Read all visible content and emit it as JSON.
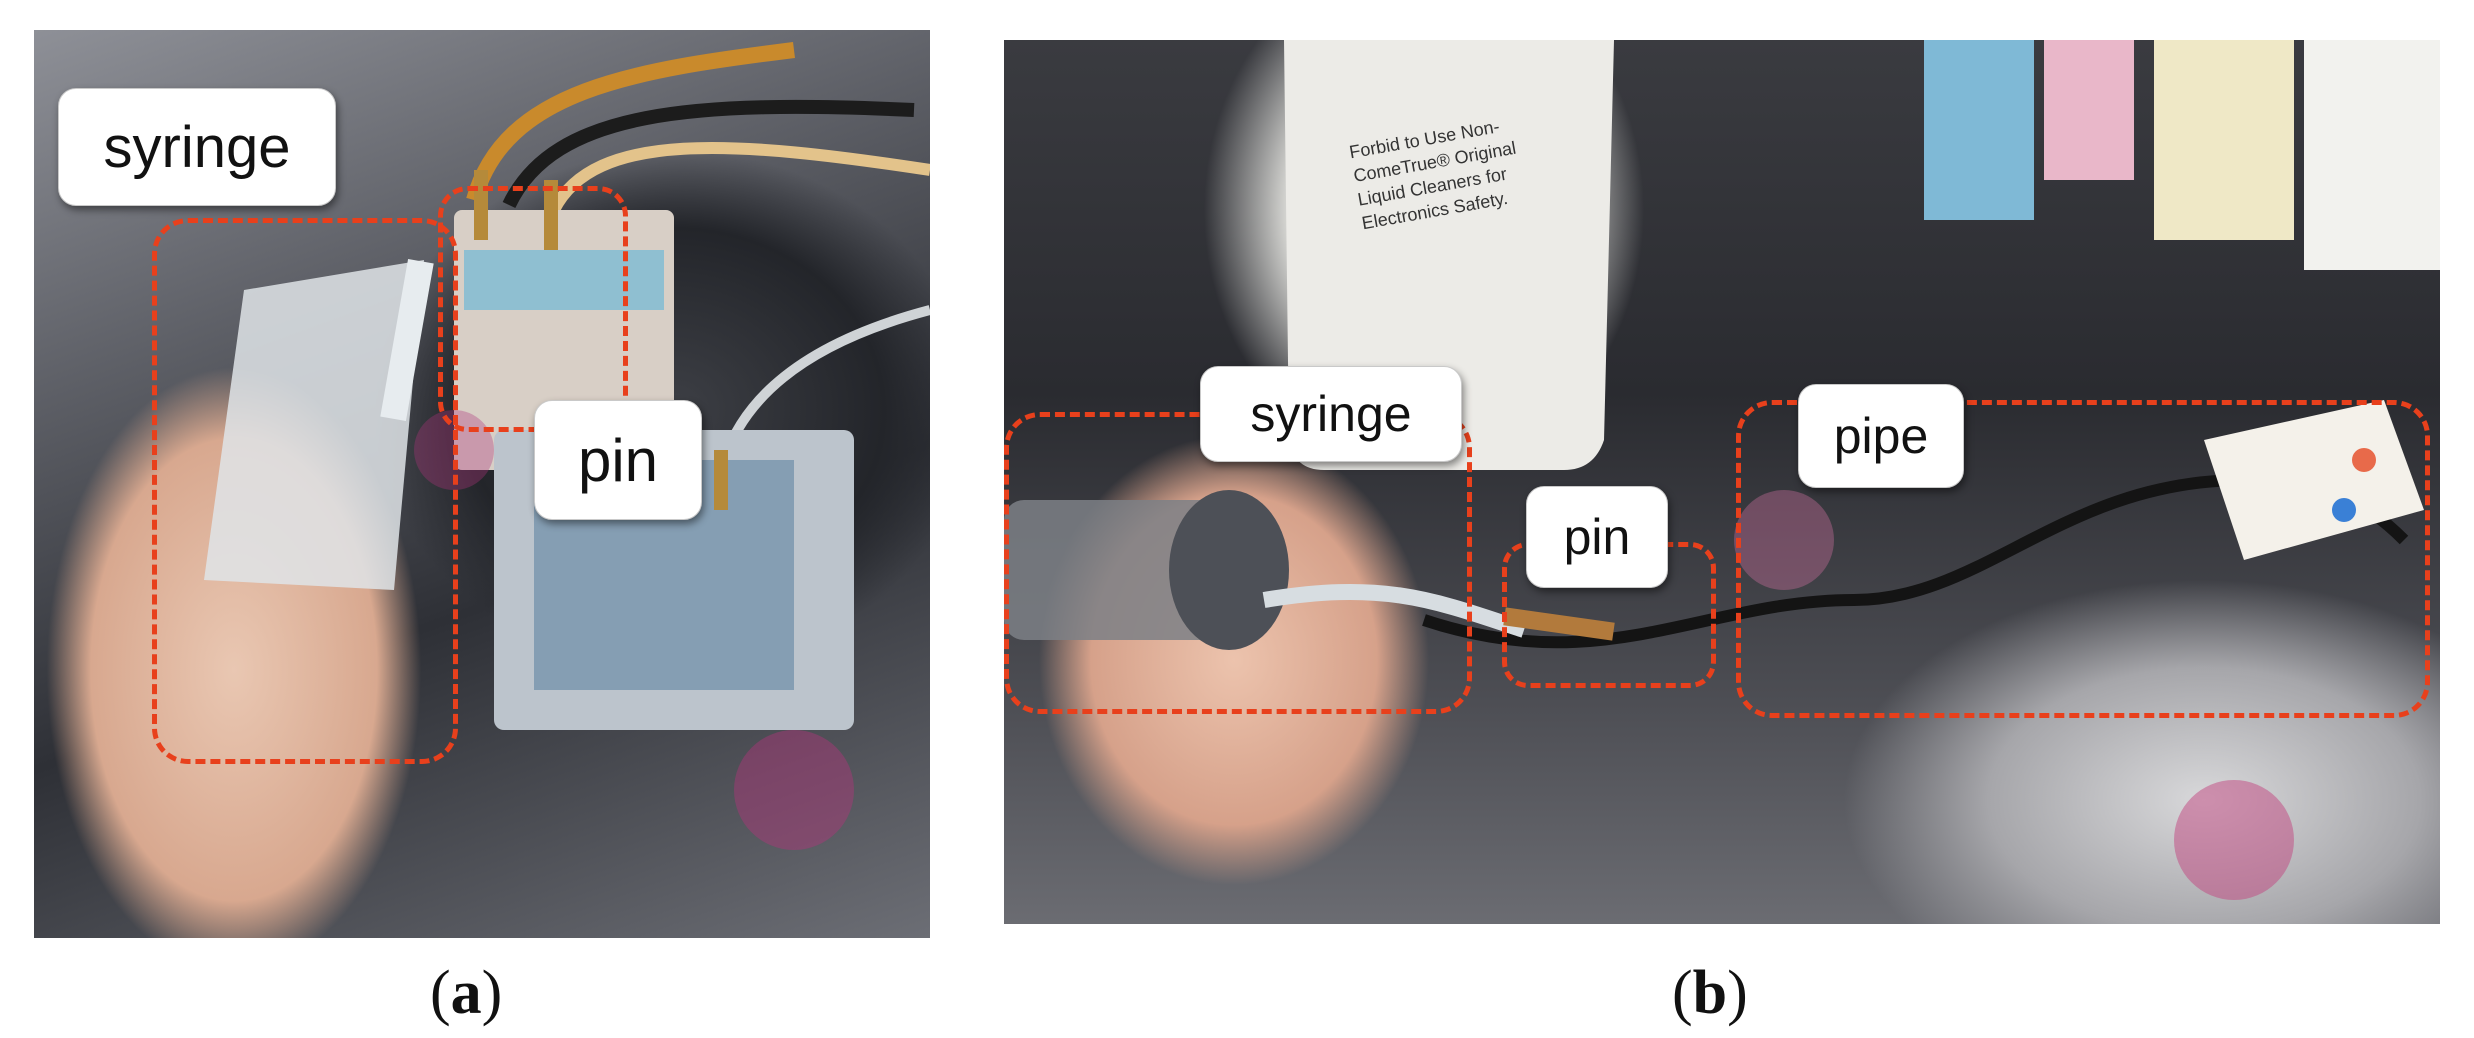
{
  "panels": [
    {
      "caption": "a",
      "labels": {
        "syringe": "syringe",
        "pin": "pin"
      }
    },
    {
      "caption": "b",
      "labels": {
        "syringe": "syringe",
        "pin": "pin",
        "pipe": "pipe"
      },
      "bottle_text": {
        "line1": "Forbid to Use Non-ComeTrue® Original",
        "line2": "Liquid Cleaners for Electronics Safety."
      }
    }
  ],
  "colors": {
    "callout": "#e8401c",
    "label_bg": "#ffffff"
  }
}
